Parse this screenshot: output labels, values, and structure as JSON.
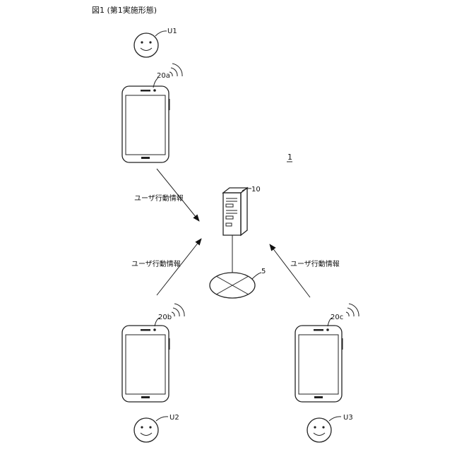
{
  "figure": {
    "title": "図1 (第1実施形態)",
    "system_ref": "1",
    "server_ref": "10",
    "network_ref": "5",
    "users": [
      {
        "ref": "U1"
      },
      {
        "ref": "U2"
      },
      {
        "ref": "U3"
      }
    ],
    "terminals": [
      {
        "ref": "20a"
      },
      {
        "ref": "20b"
      },
      {
        "ref": "20c"
      }
    ],
    "arrow_labels": {
      "a": "ユーザ行動情報",
      "b": "ユーザ行動情報",
      "c": "ユーザ行動情報"
    }
  }
}
